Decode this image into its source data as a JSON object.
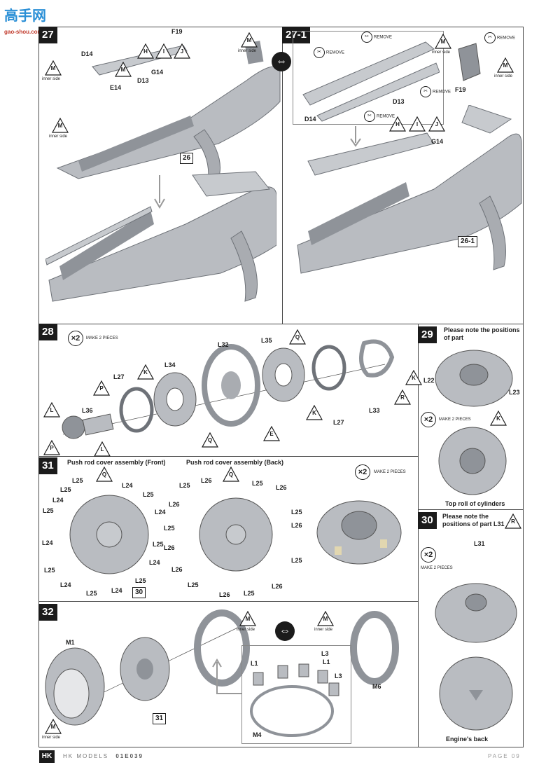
{
  "header": {
    "watermark": "高手网",
    "watermark_url": "gao-shou.com"
  },
  "steps": {
    "s27": "27",
    "s27_1": "27-1",
    "s28": "28",
    "s29": "29",
    "s30": "30",
    "s31": "31",
    "s32": "32"
  },
  "labels": {
    "F19": "F19",
    "D14": "D14",
    "D13": "D13",
    "E14": "E14",
    "G14": "G14",
    "H": "H",
    "I": "I",
    "J": "J",
    "M": "M",
    "K": "K",
    "P": "P",
    "L": "L",
    "Q": "Q",
    "E": "E",
    "R": "R",
    "L22": "L22",
    "L23": "L23",
    "L27": "L27",
    "L32": "L32",
    "L33": "L33",
    "L34": "L34",
    "L35": "L35",
    "L36": "L36",
    "L31": "L31",
    "L24": "L24",
    "L25": "L25",
    "L26": "L26",
    "M1": "M1",
    "M4": "M4",
    "M6": "M6",
    "L1": "L1",
    "L3": "L3",
    "ref26": "26",
    "ref26_1": "26-1",
    "ref30": "30",
    "ref31": "31"
  },
  "texts": {
    "inner_side": "inner side",
    "remove": "REMOVE",
    "make2": "MAKE 2 PIECES",
    "x2": "×2",
    "note29": "Please note the positions of part",
    "note30": "Please note the positions of part L31",
    "front": "Push rod cover assembly (Front)",
    "back": "Push rod cover assembly (Back)",
    "top_roll": "Top roll of cylinders",
    "engine_back": "Engine's back"
  },
  "footer": {
    "brand": "HK MODELS",
    "code": "01E039",
    "page": "PAGE 09"
  },
  "colors": {
    "part": "#b9bcc1",
    "part_dark": "#8f9399",
    "ink": "#1b1b1b"
  }
}
